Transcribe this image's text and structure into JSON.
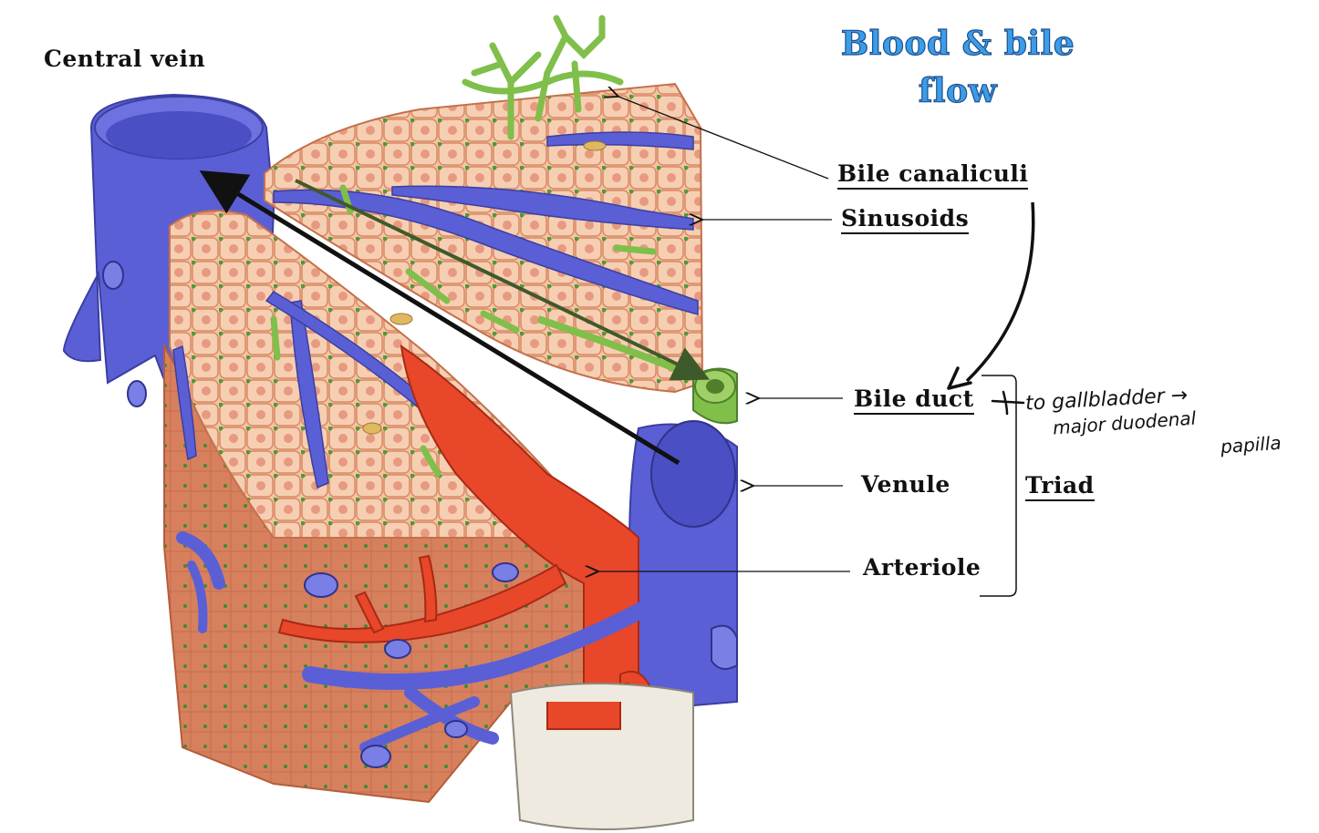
{
  "title": {
    "line1": "Blood & bile",
    "line2": "flow"
  },
  "labels": {
    "central_vein": "Central vein",
    "bile_canaliculi": "Bile canaliculi",
    "sinusoids": "Sinusoids",
    "bile_duct": "Bile duct",
    "venule": "Venule",
    "arteriole": "Arteriole",
    "triad": "Triad"
  },
  "annotation": {
    "line1": "to gallbladder →",
    "line2": "major duodenal",
    "line3": "papilla"
  },
  "colors": {
    "vein_blue": "#5a5fd6",
    "hepatocyte": "#f3c4a4",
    "artery_red": "#e8472a",
    "bile_green": "#7fbf4a",
    "title_blue": "#3b9de8"
  }
}
